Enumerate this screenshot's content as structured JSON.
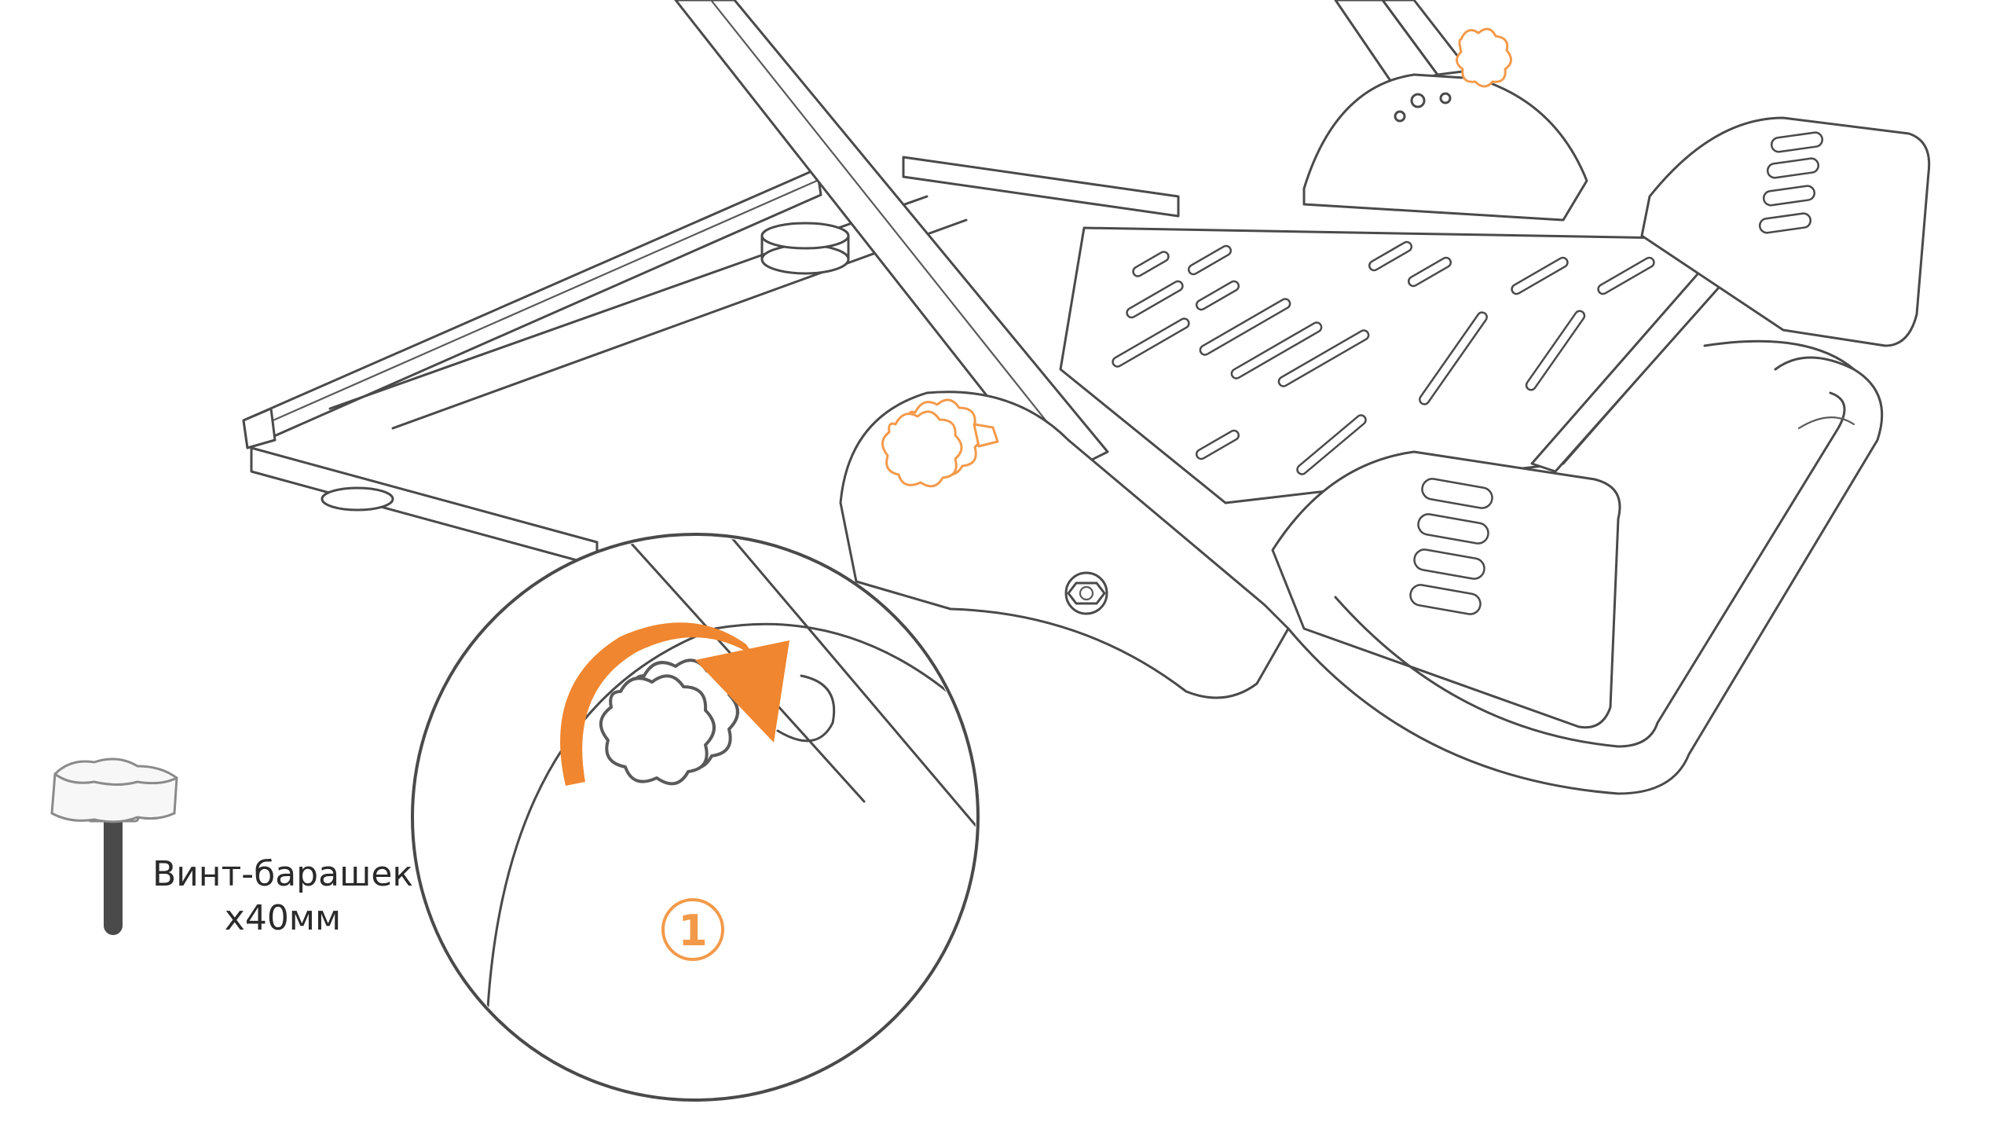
{
  "legend": {
    "part_name": "Винт-барашек",
    "part_size": "x40мм"
  },
  "step": {
    "number": "1"
  },
  "colors": {
    "accent": "#f0862f",
    "accent_light": "#f39a4a",
    "line": "#4a4a4a"
  },
  "icons": {
    "rotate_arrow": "clockwise-arrow-icon",
    "thumb_screw": "thumb-screw-icon"
  }
}
